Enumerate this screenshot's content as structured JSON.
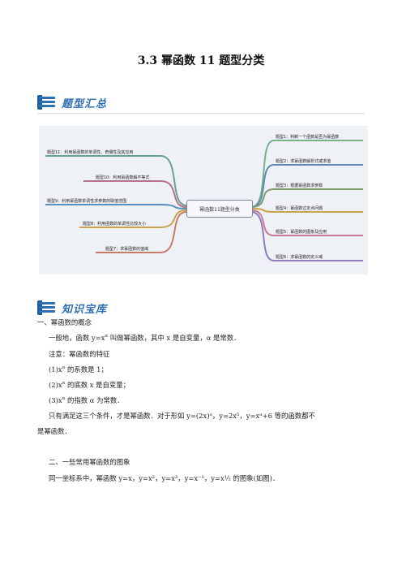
{
  "title": "3.3 幂函数 11 题型分类",
  "sections": {
    "summary": "题型汇总",
    "knowledge": "知识宝库"
  },
  "mindmap": {
    "center": "幂函数11题型分类",
    "right": [
      "题型1：判断一个函数是否为幂函数",
      "题型2：求幂函数解析式或求值",
      "题型3：根据幂函数求参数",
      "题型4：幂函数过定点问题",
      "题型5：幂函数的图象及应用",
      "题型6：求幂函数的定义域"
    ],
    "left": [
      "题型11：利用幂函数的单调性、奇偶性及其应用",
      "题型10：利用幂函数解不等式",
      "题型9：利用幂函数单调性求参数的取值范围",
      "题型8：利用函数的单调性比较大小",
      "题型7：求幂函数的值域"
    ]
  },
  "body": {
    "h1": "一、幂函数的概念",
    "p1a": "一般地，函数 y=x",
    "p1sup": "α",
    "p1b": " 叫做幂函数，其中 x 是自变量，α 是常数．",
    "note": "注意：幂函数的特征",
    "n1a": "(1)x",
    "n1sup": "α",
    "n1b": " 的系数是 1；",
    "n2a": "(2)x",
    "n2sup": "α",
    "n2b": " 的底数 x 是自变量；",
    "n3a": "(3)x",
    "n3sup": "α",
    "n3b": " 的指数 α 为常数．",
    "p2": "只有满足这三个条件，才是幂函数．对于形如 y=(2x)ᵅ，y=2x⁵，y=xᵅ+6 等的函数都不",
    "p2b": "是幂函数．",
    "h2": "二、一些常用幂函数的图象",
    "p3": "同一坐标系中，幂函数 y=x，y=x²，y=x³，y=x⁻¹，y=x½ 的图象(如图)．"
  }
}
